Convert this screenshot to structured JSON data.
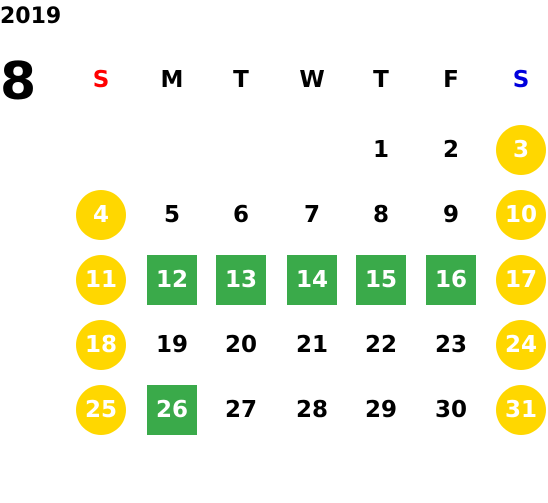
{
  "year": "2019",
  "month": "8",
  "weekdays": [
    "S",
    "M",
    "T",
    "W",
    "T",
    "F",
    "S"
  ],
  "colors": {
    "sunday_header": "#FF0000",
    "saturday_header": "#0000DD",
    "weekend_circle": "#FFD700",
    "holiday_box": "#3AAA4A",
    "day_text": "#000000",
    "highlight_text": "#FFFFFF"
  },
  "weeks": [
    [
      {
        "day": "",
        "type": "empty"
      },
      {
        "day": "",
        "type": "empty"
      },
      {
        "day": "",
        "type": "empty"
      },
      {
        "day": "",
        "type": "empty"
      },
      {
        "day": "1",
        "type": "normal"
      },
      {
        "day": "2",
        "type": "normal"
      },
      {
        "day": "3",
        "type": "weekend"
      }
    ],
    [
      {
        "day": "4",
        "type": "weekend"
      },
      {
        "day": "5",
        "type": "normal"
      },
      {
        "day": "6",
        "type": "normal"
      },
      {
        "day": "7",
        "type": "normal"
      },
      {
        "day": "8",
        "type": "normal"
      },
      {
        "day": "9",
        "type": "normal"
      },
      {
        "day": "10",
        "type": "weekend"
      }
    ],
    [
      {
        "day": "11",
        "type": "weekend"
      },
      {
        "day": "12",
        "type": "holiday"
      },
      {
        "day": "13",
        "type": "holiday"
      },
      {
        "day": "14",
        "type": "holiday"
      },
      {
        "day": "15",
        "type": "holiday"
      },
      {
        "day": "16",
        "type": "holiday"
      },
      {
        "day": "17",
        "type": "weekend"
      }
    ],
    [
      {
        "day": "18",
        "type": "weekend"
      },
      {
        "day": "19",
        "type": "normal"
      },
      {
        "day": "20",
        "type": "normal"
      },
      {
        "day": "21",
        "type": "normal"
      },
      {
        "day": "22",
        "type": "normal"
      },
      {
        "day": "23",
        "type": "normal"
      },
      {
        "day": "24",
        "type": "weekend"
      }
    ],
    [
      {
        "day": "25",
        "type": "weekend"
      },
      {
        "day": "26",
        "type": "holiday"
      },
      {
        "day": "27",
        "type": "normal"
      },
      {
        "day": "28",
        "type": "normal"
      },
      {
        "day": "29",
        "type": "normal"
      },
      {
        "day": "30",
        "type": "normal"
      },
      {
        "day": "31",
        "type": "weekend"
      }
    ]
  ]
}
